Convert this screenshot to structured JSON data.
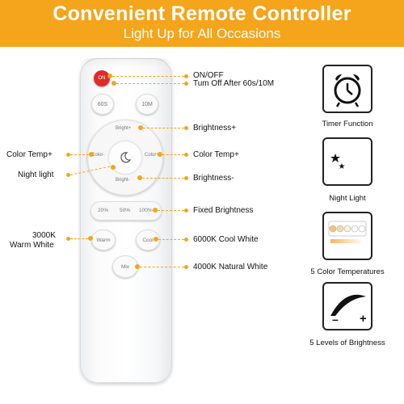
{
  "header": {
    "title": "Convenient Remote Controller",
    "subtitle": "Light Up for All Occasions"
  },
  "remote": {
    "on_label": "ON",
    "timer_60s_label": "60S",
    "timer_10m_label": "10M",
    "bright_plus_label": "Bright+",
    "bright_minus_label": "Bright-",
    "color_minus_label": "Color-",
    "color_plus_label": "Color+",
    "preset_20_label": "20%",
    "preset_50_label": "50%",
    "preset_100_label": "100%",
    "warm_label": "Warm",
    "cool_label": "Cool",
    "mix_label": "Mix"
  },
  "callouts": {
    "on_off": "ON/OFF",
    "turn_off": "Tum Off After 60s/10M",
    "brightness_plus": "Brightness+",
    "color_temp_left": "Color Temp+",
    "color_temp_right": "Color Temp+",
    "night_light": "Night light",
    "brightness_minus": "Brightness-",
    "fixed_brightness": "Fixed Brightness",
    "warm_line1": "3000K",
    "warm_line2": "Warm White",
    "cool_white": "6000K Cool White",
    "natural_white": "4000K Natural White"
  },
  "features": [
    {
      "caption": "Timer Function",
      "icon": "alarm-clock-icon"
    },
    {
      "caption": "Night Light",
      "icon": "moon-stars-icon"
    },
    {
      "caption": "5 Color Temperatures",
      "icon": "color-temperature-icon"
    },
    {
      "caption": "5 Levels of Brightness",
      "icon": "brightness-levels-icon"
    }
  ],
  "brightness_icon": {
    "minus": "–",
    "plus": "+"
  },
  "colors": {
    "accent": "#f4a51c",
    "on_button": "#e02a2a",
    "text": "#111111"
  }
}
